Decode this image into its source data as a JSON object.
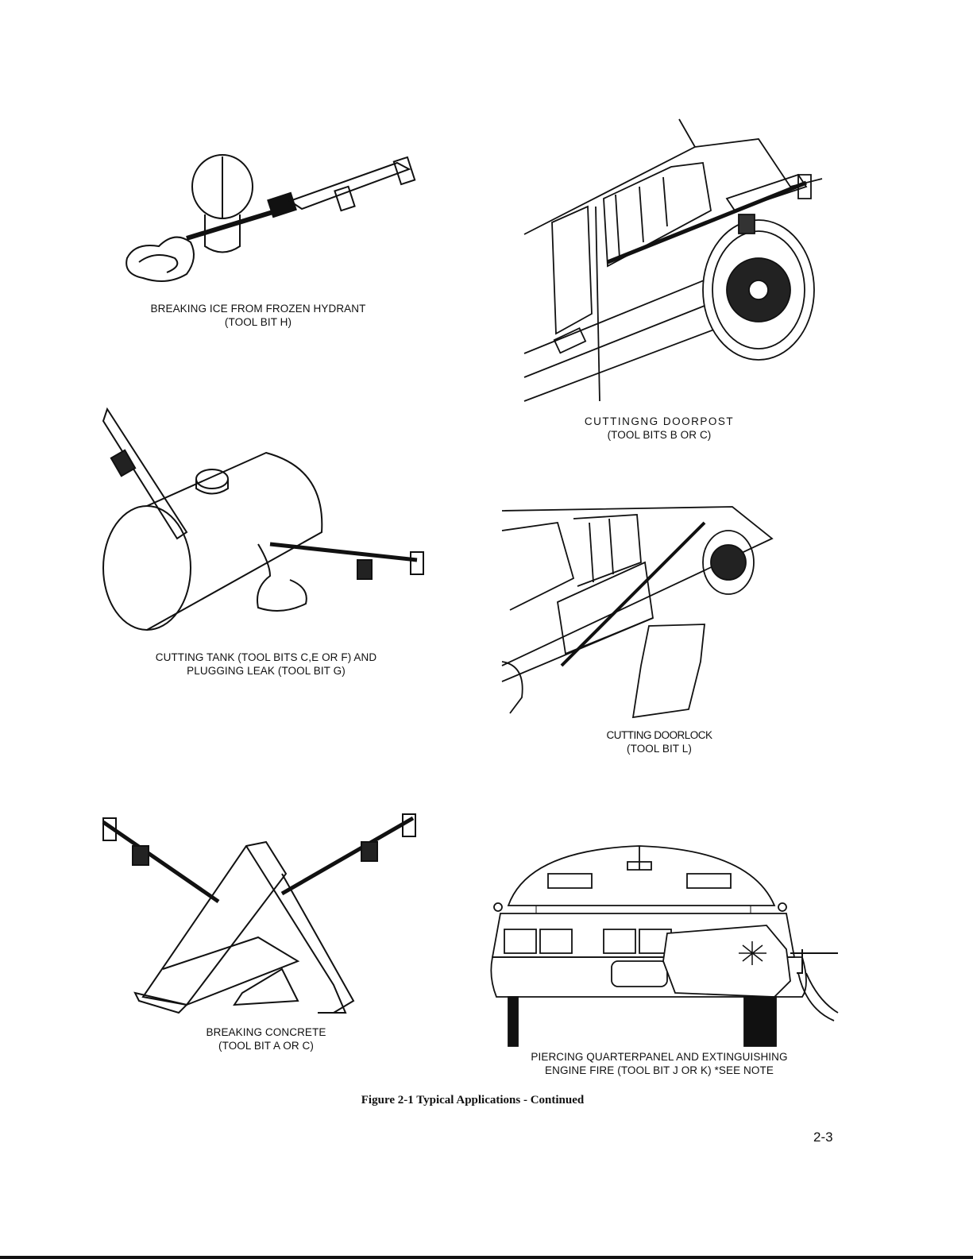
{
  "figures": [
    {
      "caption_line1": "BREAKING ICE FROM FROZEN HYDRANT",
      "caption_line2": "(TOOL BIT H)"
    },
    {
      "caption_line1": "CUTTINGNG DOORPOST",
      "caption_line2": "(TOOL BITS B OR C)"
    },
    {
      "caption_line1": "CUTTING TANK (TOOL BITS C,E OR F) AND",
      "caption_line2": "PLUGGING LEAK (TOOL BIT G)"
    },
    {
      "caption_line1": "CUTTING DOORLOCK",
      "caption_line2": "(TOOL BIT L)"
    },
    {
      "caption_line1": "BREAKING CONCRETE",
      "caption_line2": "(TOOL BIT A OR C)"
    },
    {
      "caption_line1": "PIERCING QUARTERPANEL AND EXTINGUISHING",
      "caption_line2": "ENGINE FIRE (TOOL BIT J OR K) *SEE NOTE"
    }
  ],
  "figure_title": "Figure 2-1 Typical Applications - Continued",
  "page_number": "2-3"
}
